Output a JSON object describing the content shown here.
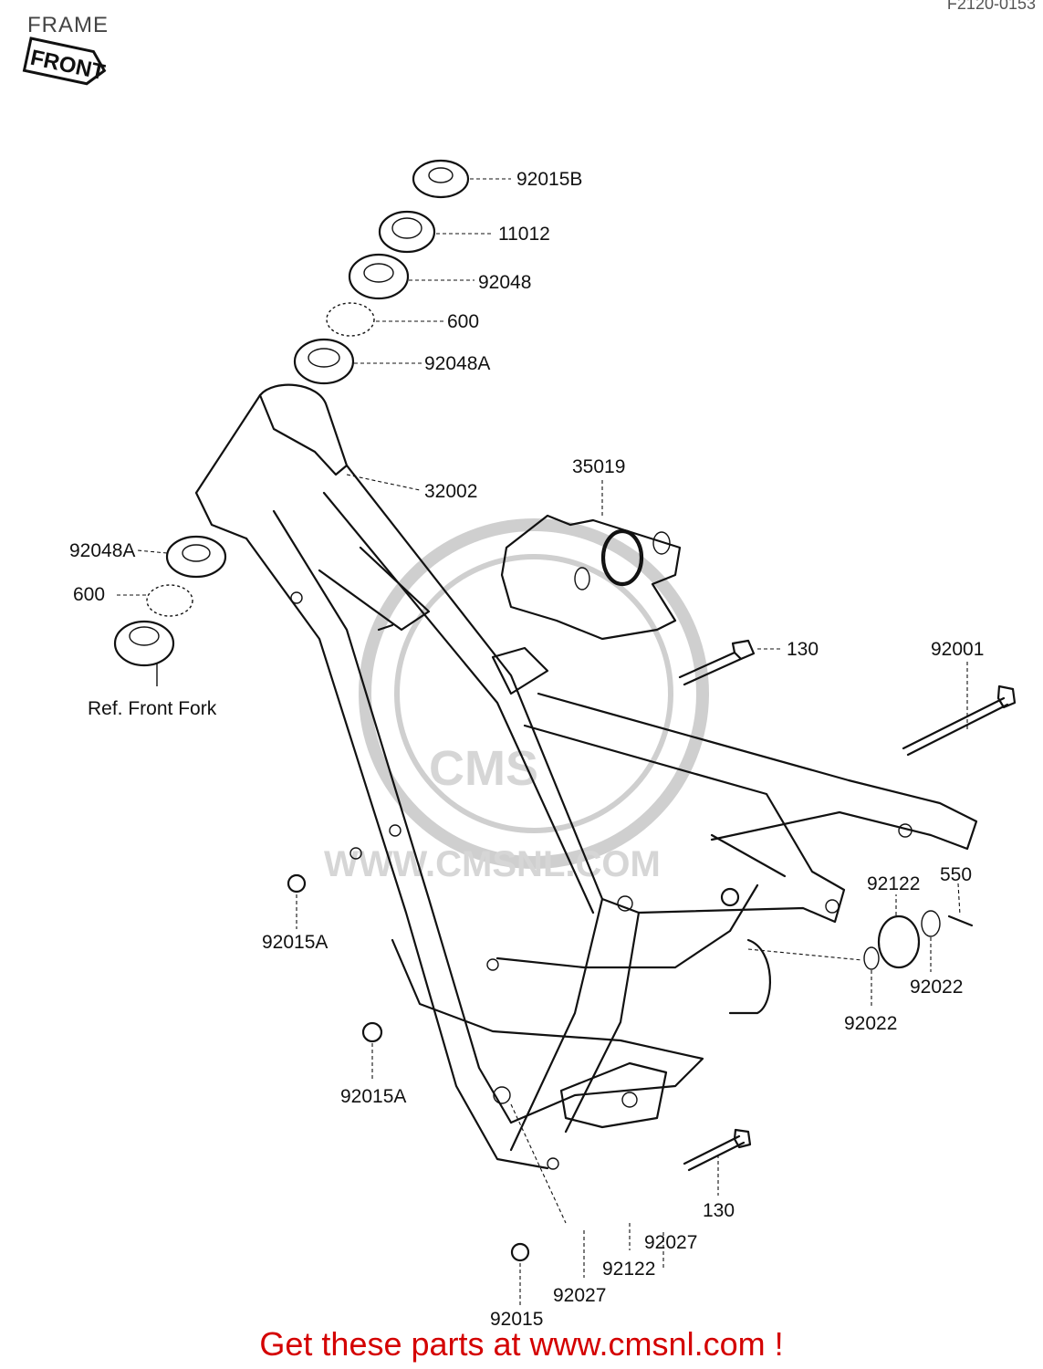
{
  "header": {
    "title": "FRAME",
    "diagram_code": "F2120-0153"
  },
  "front_indicator": "FRONT",
  "watermark": {
    "brand": "CMS",
    "url": "WWW.CMSNL.COM"
  },
  "part_labels": {
    "p92015B": "92015B",
    "p11012": "11012",
    "p92048": "92048",
    "p600_top": "600",
    "p92048A_top": "92048A",
    "p35019": "35019",
    "p32002": "32002",
    "p92048A_left": "92048A",
    "p600_left": "600",
    "ref_front_fork": "Ref. Front Fork",
    "p130_top": "130",
    "p92001": "92001",
    "p92122_right": "92122",
    "p550": "550",
    "p92015A_upper": "92015A",
    "p92022_right": "92022",
    "p92022_center": "92022",
    "p92015A_lower": "92015A",
    "p130_bottom": "130",
    "p92027_right": "92027",
    "p92122_bottom": "92122",
    "p92027_bottom": "92027",
    "p92015": "92015"
  },
  "footer": {
    "cta": "Get these parts at www.cmsnl.com !",
    "color": "#d40000"
  }
}
